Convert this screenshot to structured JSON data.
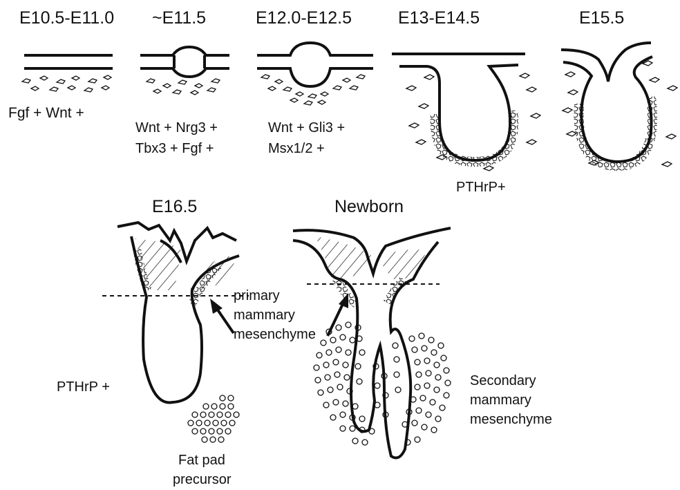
{
  "stages": {
    "s1": "E10.5-E11.0",
    "s2": "~E11.5",
    "s3": "E12.0-E12.5",
    "s4": "E13-E14.5",
    "s5": "E15.5",
    "s6": "E16.5",
    "s7": "Newborn"
  },
  "markers": {
    "s1": "Fgf +   Wnt +",
    "s2_line1": "Wnt + Nrg3 +",
    "s2_line2": "Tbx3 +  Fgf +",
    "s3_line1": "Wnt + Gli3 +",
    "s3_line2": "Msx1/2 +",
    "s4": "PTHrP+",
    "s6": "PTHrP +"
  },
  "annotations": {
    "primary_line1": "primary",
    "primary_line2": "mammary",
    "primary_line3": "mesenchyme",
    "fatpad_line1": "Fat pad",
    "fatpad_line2": "precursor",
    "secondary_line1": "Secondary",
    "secondary_line2": "mammary",
    "secondary_line3": "mesenchyme"
  },
  "colors": {
    "ink": "#111111",
    "background": "#ffffff"
  }
}
